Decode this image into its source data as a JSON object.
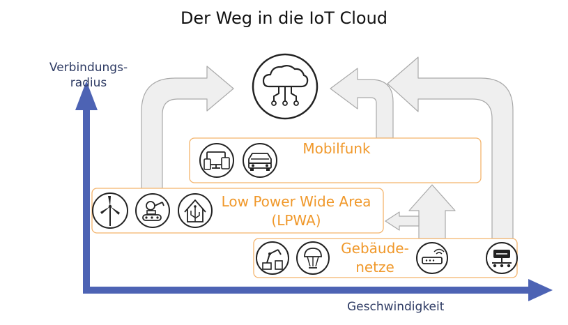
{
  "title": "Der Weg in die IoT Cloud",
  "axes": {
    "y_label_line1": "Verbindungs-",
    "y_label_line2": "radius",
    "x_label": "Geschwindigkeit"
  },
  "colors": {
    "axis": "#4d63b4",
    "box_border": "#f3b36b",
    "box_label": "#f0982a",
    "connector_fill": "#efefef",
    "connector_stroke": "#a9a9a9",
    "icon_stroke": "#222222"
  },
  "boxes": {
    "mobilfunk": {
      "label": "Mobilfunk",
      "icons": [
        "devices-icon",
        "car-icon"
      ]
    },
    "lpwa": {
      "label_line1": "Low Power Wide Area",
      "label_line2": "(LPWA)",
      "icons": [
        "wind-turbine-icon",
        "robot-icon",
        "smart-home-icon"
      ]
    },
    "gebaeude": {
      "label_line1": "Gebäude-",
      "label_line2": "netze",
      "icons": [
        "industrial-robot-icon",
        "smart-lamp-icon",
        "router-icon",
        "server-icon"
      ]
    }
  },
  "cloud": {
    "icon": "cloud-network-icon"
  }
}
